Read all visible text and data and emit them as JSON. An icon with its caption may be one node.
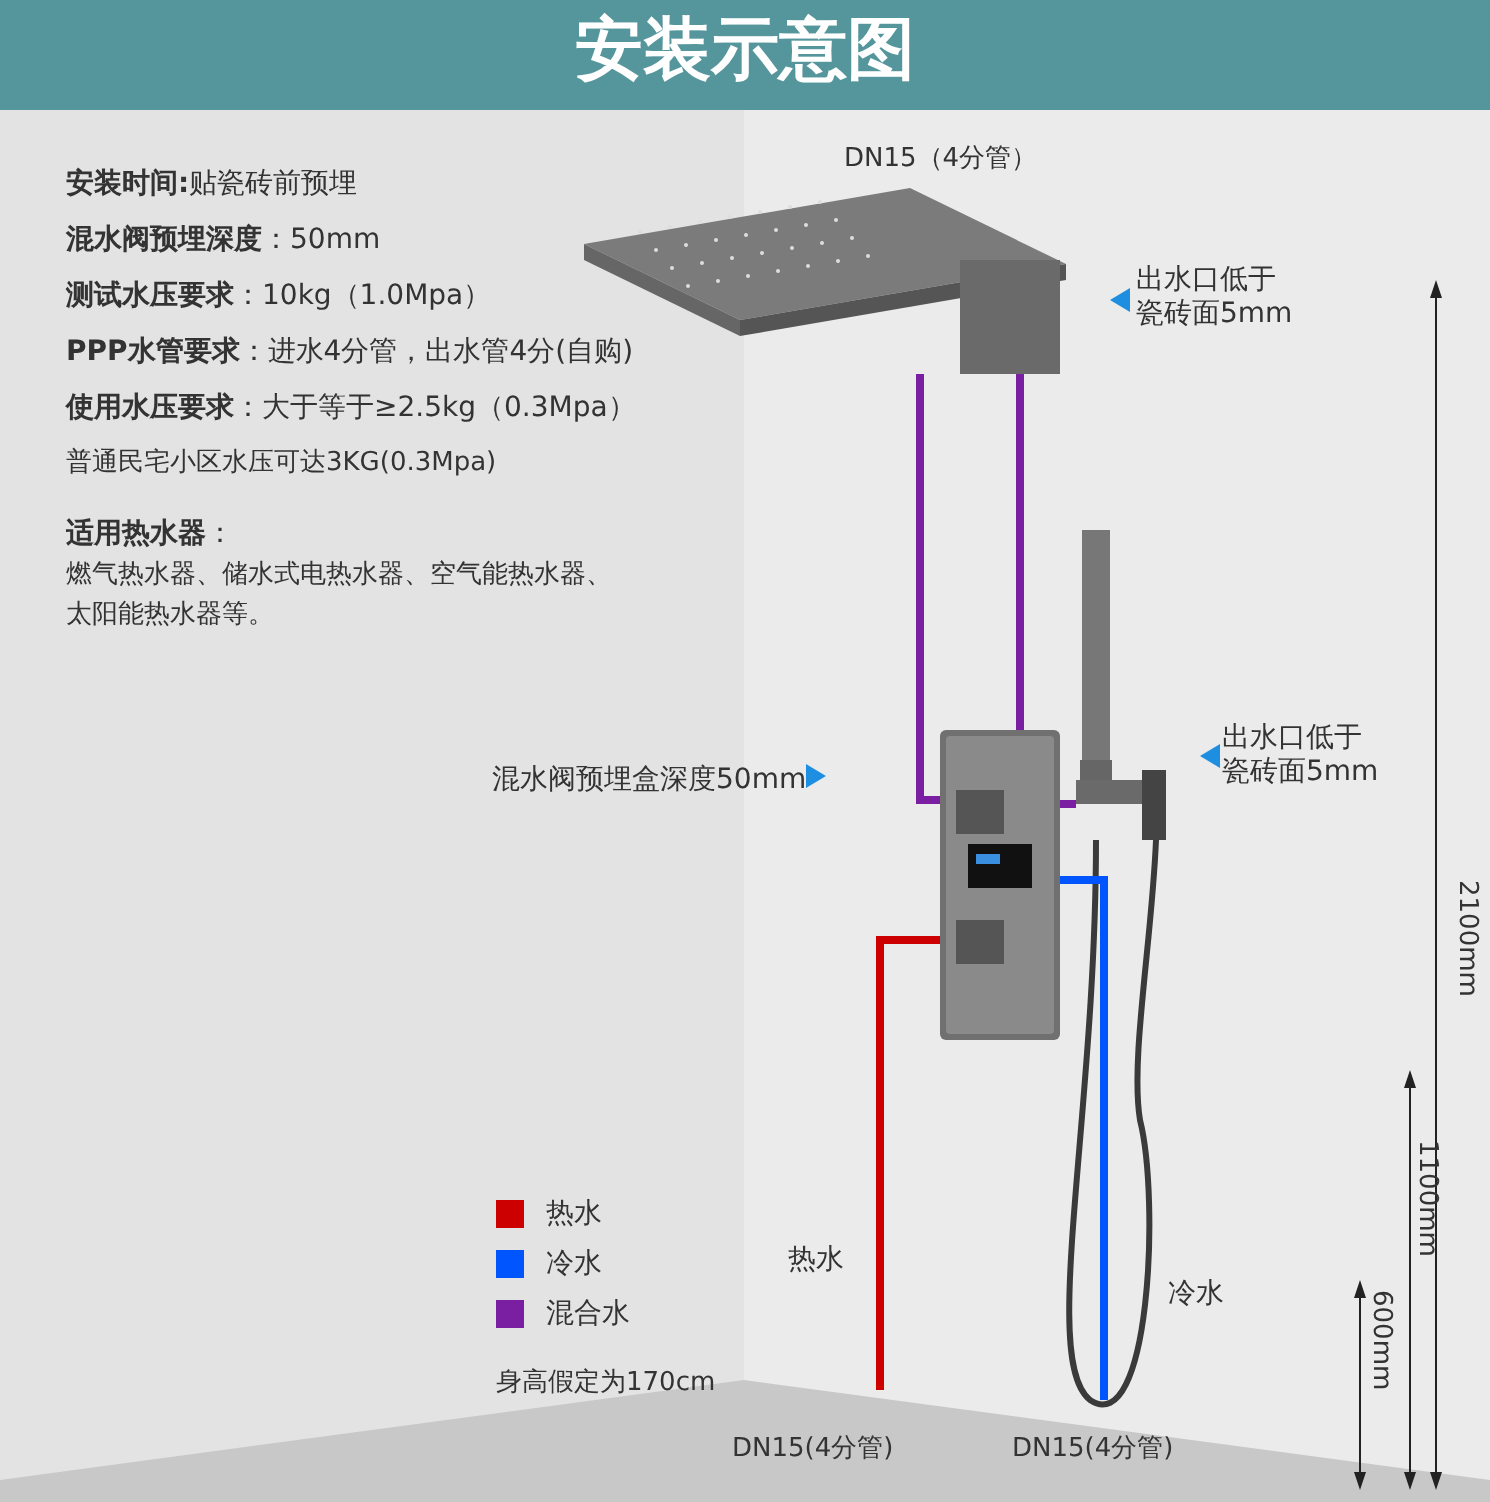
{
  "diagram": {
    "title": "安装示意图",
    "nodes": [
      {
        "text": [],
        "shape": "picture"
      },
      {
        "text": [],
        "shape": "picture"
      },
      {
        "text": [],
        "shape": "picture"
      }
    ],
    "edges": [
      {
        "from": null,
        "to": 1,
        "arrow": "none",
        "color": "#cc0000"
      },
      {
        "from": null,
        "to": 1,
        "arrow": "none",
        "color": "#0055ff"
      },
      {
        "from": 1,
        "to": 0,
        "arrow": "none",
        "color": "#7a1fa2"
      },
      {
        "from": 1,
        "to": 0,
        "arrow": "none",
        "color": "#7a1fa2"
      },
      {
        "from": 1,
        "to": 2,
        "arrow": "none",
        "color": "#7a1fa2"
      }
    ],
    "labels": [
      "**安装时间:**贴瓷砖前预埋",
      "**混水阀预埋深度**：50mm",
      "**测试水压要求**：10kg（1.0Mpa）",
      "**PPP水管要求**：进水4分管，出水管4分(自购)",
      "**使用水压要求**：大于等于≥2.5kg（0.3Mpa）",
      "普通民宅小区水压可达3KG(0.3Mpa)",
      "**适用热水器**：",
      "燃气热水器、储水式电热水器、空气能热水器、太阳能热水器等。",
      "DN15（4分管）",
      "出水口低于瓷砖面5mm",
      "混水阀预埋盒深度50mm",
      "出水口低于瓷砖面5mm",
      "热水",
      "冷水",
      "身高假定为170cm",
      "DN15(4分管)",
      "DN15(4分管)",
      "2100mm",
      "1100mm",
      "600mm"
    ],
    "legend": [
      {
        "text": "热水",
        "color": "#cc0000"
      },
      {
        "text": "冷水",
        "color": "#0055ff"
      },
      {
        "text": "混合水",
        "color": "#7a1fa2"
      }
    ]
  }
}
